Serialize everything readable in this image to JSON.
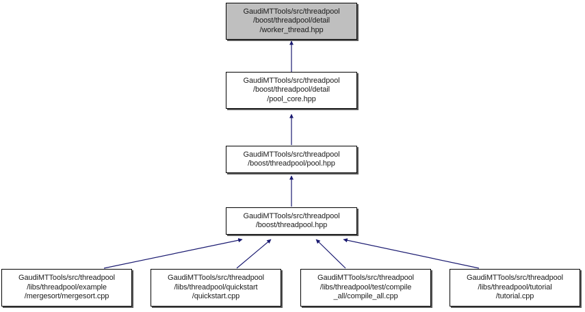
{
  "diagram": {
    "type": "include-dependency-graph",
    "title": "",
    "background_color": "#ffffff",
    "edge_color": "#191970",
    "node_border_color": "#000000",
    "node_fill_color": "#ffffff",
    "highlight_fill_color": "#bfbfbf",
    "text_color": "#1a1a1a"
  },
  "nodes": [
    {
      "id": "worker_thread",
      "highlighted": true,
      "lines": [
        "GaudiMTTools/src/threadpool",
        "/boost/threadpool/detail",
        "/worker_thread.hpp"
      ]
    },
    {
      "id": "pool_core",
      "highlighted": false,
      "lines": [
        "GaudiMTTools/src/threadpool",
        "/boost/threadpool/detail",
        "/pool_core.hpp"
      ]
    },
    {
      "id": "pool",
      "highlighted": false,
      "lines": [
        "GaudiMTTools/src/threadpool",
        "/boost/threadpool/pool.hpp"
      ]
    },
    {
      "id": "threadpool",
      "highlighted": false,
      "lines": [
        "GaudiMTTools/src/threadpool",
        "/boost/threadpool.hpp"
      ]
    },
    {
      "id": "mergesort",
      "highlighted": false,
      "lines": [
        "GaudiMTTools/src/threadpool",
        "/libs/threadpool/example",
        "/mergesort/mergesort.cpp"
      ]
    },
    {
      "id": "quickstart",
      "highlighted": false,
      "lines": [
        "GaudiMTTools/src/threadpool",
        "/libs/threadpool/quickstart",
        "/quickstart.cpp"
      ]
    },
    {
      "id": "compile_all",
      "highlighted": false,
      "lines": [
        "GaudiMTTools/src/threadpool",
        "/libs/threadpool/test/compile",
        "_all/compile_all.cpp"
      ]
    },
    {
      "id": "tutorial",
      "highlighted": false,
      "lines": [
        "GaudiMTTools/src/threadpool",
        "/libs/threadpool/tutorial",
        "/tutorial.cpp"
      ]
    }
  ],
  "edges": [
    {
      "from": "pool_core",
      "to": "worker_thread"
    },
    {
      "from": "pool",
      "to": "pool_core"
    },
    {
      "from": "threadpool",
      "to": "pool"
    },
    {
      "from": "mergesort",
      "to": "threadpool"
    },
    {
      "from": "quickstart",
      "to": "threadpool"
    },
    {
      "from": "compile_all",
      "to": "threadpool"
    },
    {
      "from": "tutorial",
      "to": "threadpool"
    }
  ]
}
